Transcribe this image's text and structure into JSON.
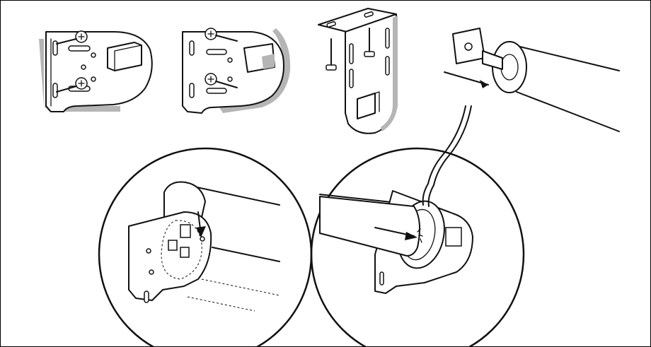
{
  "figure": {
    "panels": [
      {
        "name": "bracket-side-mount"
      },
      {
        "name": "bracket-side-mount-alt"
      },
      {
        "name": "bracket-ceiling-mount"
      },
      {
        "name": "tube-end-cap-insertion"
      },
      {
        "name": "detail-idle-end-insertion"
      },
      {
        "name": "detail-motor-end-insertion"
      }
    ],
    "colors": {
      "line": "#111111",
      "background": "#ffffff",
      "shadow": "#b5b5b5"
    }
  }
}
